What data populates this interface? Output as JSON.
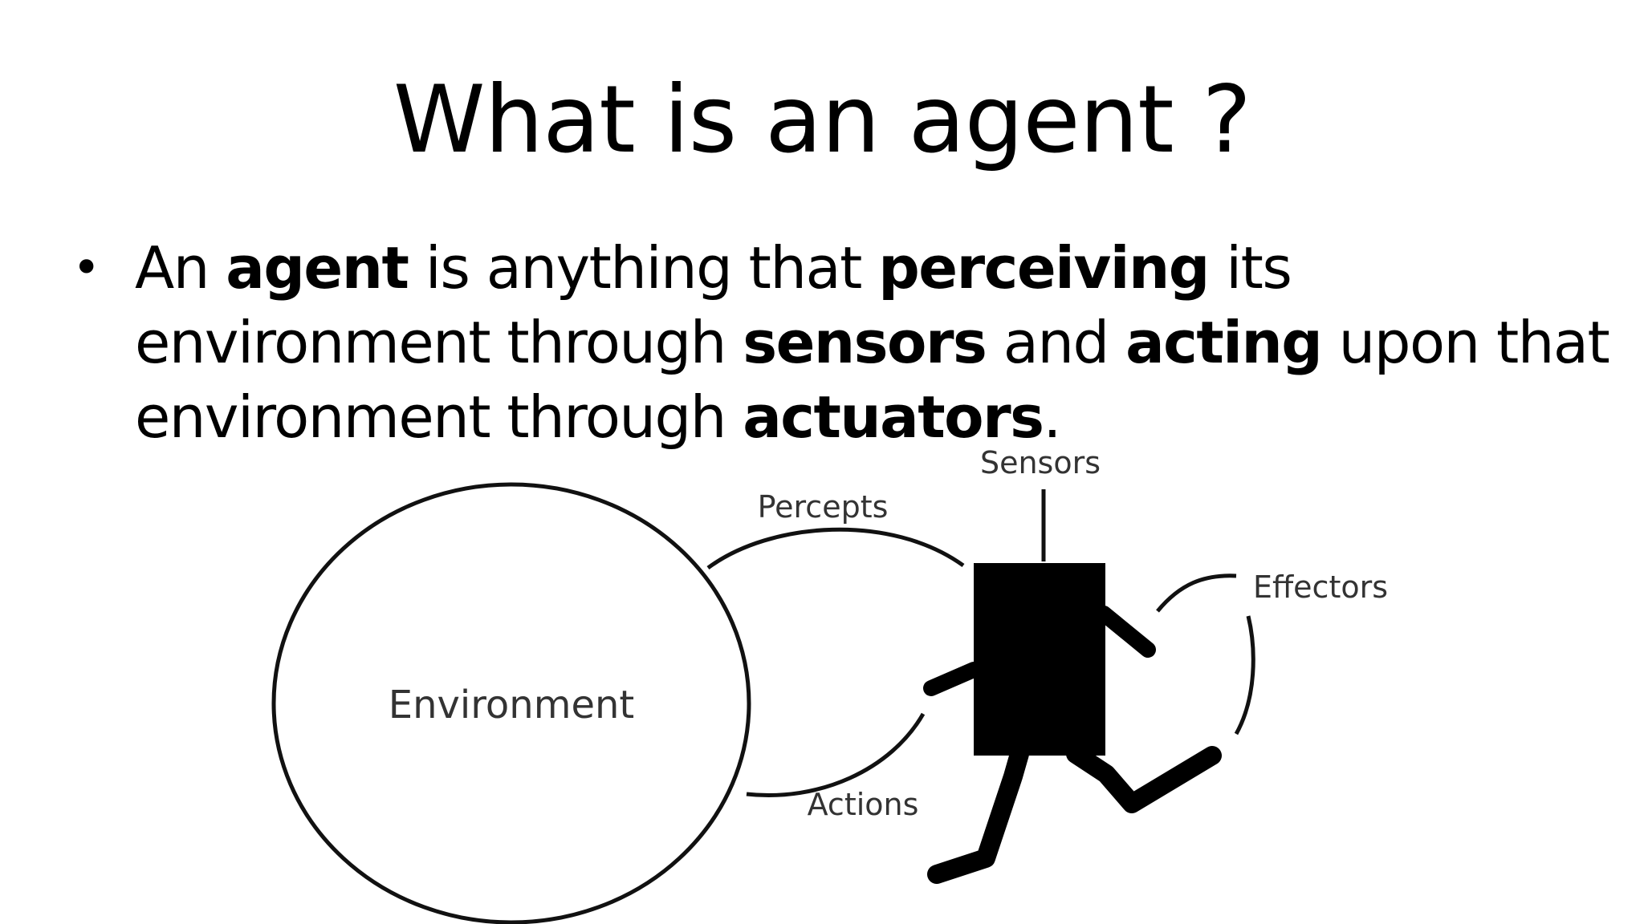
{
  "slide": {
    "title": "What is an agent ?",
    "bullet": {
      "segments": [
        {
          "text": "An ",
          "bold": false
        },
        {
          "text": "agent",
          "bold": true
        },
        {
          "text": " is anything that  ",
          "bold": false
        },
        {
          "text": "perceiving",
          "bold": true
        },
        {
          "text": " its environment through ",
          "bold": false
        },
        {
          "text": "sensors",
          "bold": true
        },
        {
          "text": " and ",
          "bold": false
        },
        {
          "text": "acting",
          "bold": true
        },
        {
          "text": " upon that environment through ",
          "bold": false
        },
        {
          "text": "actuators",
          "bold": true
        },
        {
          "text": ".",
          "bold": false
        }
      ]
    }
  },
  "diagram": {
    "environment_label": "Environment",
    "percepts_label": "Percepts",
    "actions_label": "Actions",
    "sensors_label": "Sensors",
    "effectors_label": "Effectors"
  }
}
